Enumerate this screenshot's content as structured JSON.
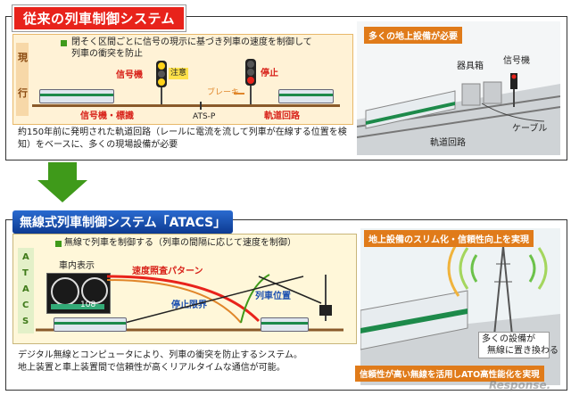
{
  "top": {
    "title": "従来の列車制御システム",
    "side_label": [
      "現",
      "行"
    ],
    "headline_line1": "閉そく区間ごとに信号の現示に基づき列車の速度を制御して",
    "headline_line2": "列車の衝突を防止",
    "signal_label": "信号機",
    "caution": "注意",
    "stop": "停止",
    "brake": "ブレーキ",
    "ats": "ATS-P",
    "signal_marker_label": "信号機・標識",
    "track_circuit_label": "軌道回路",
    "description_line1": "約150年前に発明された軌道回路（レールに電流を流して列車が在線する位置を検",
    "description_line2": "知）をベースに、多くの現場設備が必要",
    "right_badge": "多くの地上設備が必要",
    "equipment_box": "器具箱",
    "right_signal": "信号機",
    "cable": "ケーブル",
    "right_track_circuit": "軌道回路"
  },
  "bottom": {
    "title": "無線式列車制御システム「ATACS」",
    "side_label": [
      "A",
      "T",
      "A",
      "C",
      "S"
    ],
    "headline": "無線で列車を制御する（列車の間隔に応じて速度を制御）",
    "onboard_display": "車内表示",
    "speed_pattern": "速度照査パターン",
    "stop_limit": "停止限界",
    "train_position": "列車位置",
    "description_line1": "デジタル無線とコンピュータにより、列車の衝突を防止するシステム。",
    "description_line2": "地上装置と車上装置間で信頼性が高くリアルタイムな通信が可能。",
    "right_badge_top": "地上設備のスリム化・信頼性向上を実現",
    "callout_line1": "多くの設備が",
    "callout_line2": "無線に置き換わる",
    "right_badge_bottom": "信頼性が高い無線を活用しATO高性能化を実現",
    "display_number": "108"
  },
  "watermark": "Response.",
  "colors": {
    "red_title": "#e8231b",
    "blue_title": "#0d3a91",
    "orange_badge": "#e07b1a",
    "arrow_green": "#3f9a1a",
    "track_brown": "#8a5a2a"
  }
}
